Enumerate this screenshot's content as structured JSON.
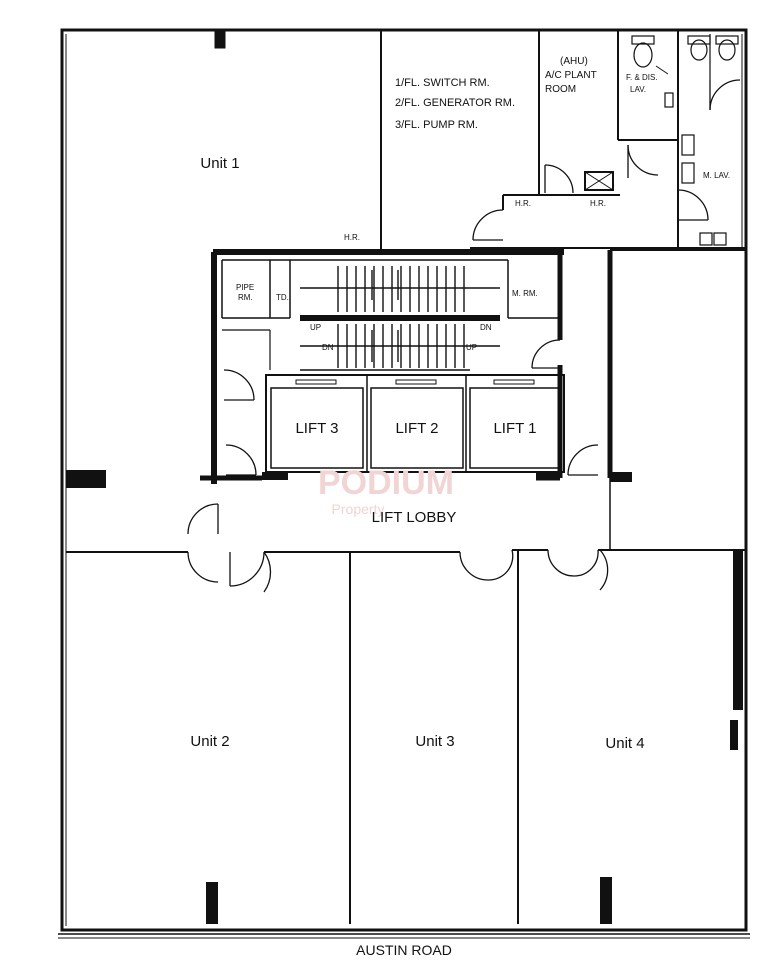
{
  "units": {
    "unit1": "Unit 1",
    "unit2": "Unit 2",
    "unit3": "Unit 3",
    "unit4": "Unit 4"
  },
  "plant_rooms": {
    "switch": "1/FL. SWITCH RM.",
    "generator": "2/FL. GENERATOR RM.",
    "pump": "3/FL. PUMP RM."
  },
  "ahu": {
    "line1": "(AHU)",
    "line2": "A/C PLANT",
    "line3": "ROOM"
  },
  "lavatories": {
    "f_dis_line1": "F. & DIS.",
    "f_dis_line2": "LAV.",
    "m_lav": "M. LAV."
  },
  "service_labels": {
    "pipe_line1": "PIPE",
    "pipe_line2": "RM.",
    "td": "TD.",
    "m_rm": "M. RM.",
    "hr_left": "H.R.",
    "hr_mid": "H.R.",
    "hr_right": "H.R.",
    "up_left": "UP",
    "dn_left": "DN",
    "dn_right": "DN",
    "up_right": "UP"
  },
  "lifts": {
    "lift1": "LIFT 1",
    "lift2": "LIFT 2",
    "lift3": "LIFT 3"
  },
  "lobby": "LIFT LOBBY",
  "street": "AUSTIN ROAD",
  "watermark": {
    "brand": "PODIUM",
    "sub": "Property"
  },
  "colors": {
    "wall": "#111111",
    "paper": "#ffffff",
    "watermark": "#f1d4d4"
  }
}
